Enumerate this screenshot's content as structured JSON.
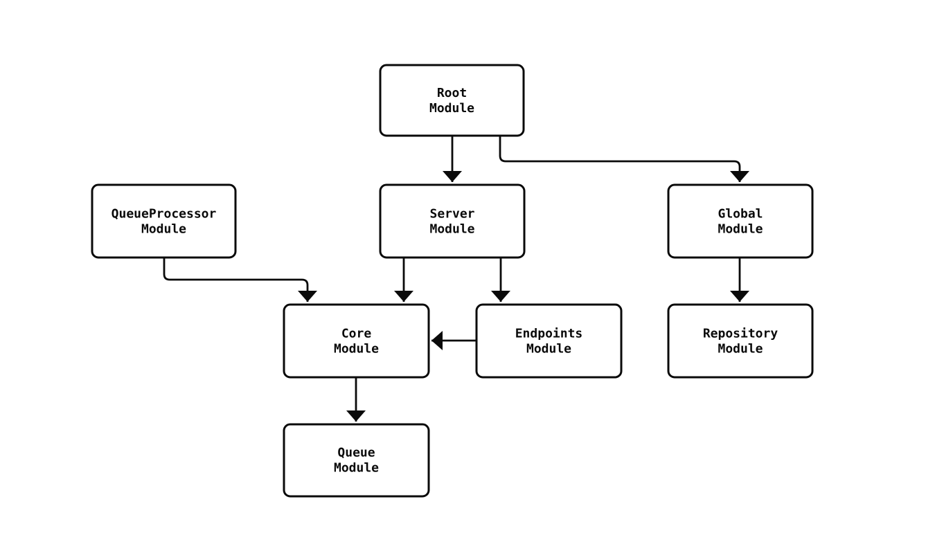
{
  "diagram": {
    "type": "module-dependency-graph",
    "background_color": "#ffffff",
    "line_color": "#0a0a0a",
    "box_fill_color": "#ffffff",
    "nodes": [
      {
        "id": "root",
        "lines": [
          "Root",
          "Module"
        ]
      },
      {
        "id": "queue-processor",
        "lines": [
          "QueueProcessor",
          "Module"
        ]
      },
      {
        "id": "server",
        "lines": [
          "Server",
          "Module"
        ]
      },
      {
        "id": "global",
        "lines": [
          "Global",
          "Module"
        ]
      },
      {
        "id": "core",
        "lines": [
          "Core",
          "Module"
        ]
      },
      {
        "id": "endpoints",
        "lines": [
          "Endpoints",
          "Module"
        ]
      },
      {
        "id": "repository",
        "lines": [
          "Repository",
          "Module"
        ]
      },
      {
        "id": "queue",
        "lines": [
          "Queue",
          "Module"
        ]
      }
    ],
    "edges": [
      {
        "from": "root",
        "to": "server"
      },
      {
        "from": "root",
        "to": "global"
      },
      {
        "from": "queue-processor",
        "to": "core"
      },
      {
        "from": "server",
        "to": "core"
      },
      {
        "from": "server",
        "to": "endpoints"
      },
      {
        "from": "endpoints",
        "to": "core"
      },
      {
        "from": "global",
        "to": "repository"
      },
      {
        "from": "core",
        "to": "queue"
      }
    ]
  }
}
